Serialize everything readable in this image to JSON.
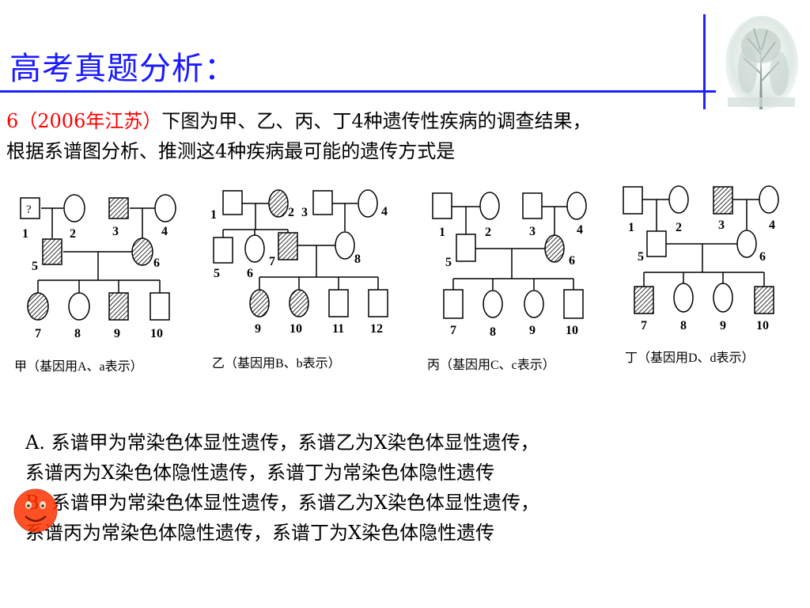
{
  "slide": {
    "title": "高考真题分析：",
    "question": {
      "source": "6（2006年江苏）",
      "line1": "下图为甲、乙、丙、丁4种遗传性疾病的调查结果，",
      "line2": "根据系谱图分析、推测这4种疾病最可能的遗传方式是"
    },
    "captions": {
      "jia": "甲（基因用A、a表示）",
      "yi": "乙（基因用B、b表示）",
      "bing": "丙（基因用C、c表示）",
      "ding": "丁（基因用D、d表示）"
    },
    "unknown_mark": "?",
    "options": {
      "a_line1": "A. 系谱甲为常染色体显性遗传，系谱乙为X染色体显性遗传，",
      "a_line2": "系谱丙为X染色体隐性遗传，系谱丁为常染色体隐性遗传",
      "b_line1": "B. 系谱甲为常染色体显性遗传，系谱乙为X染色体显性遗传，",
      "b_line2": "系谱丙为常染色体隐性遗传，系谱丁为X染色体隐性遗传"
    },
    "colors": {
      "title": "#1a1aff",
      "source": "#ff0000",
      "smiley": "#ff3300"
    }
  }
}
